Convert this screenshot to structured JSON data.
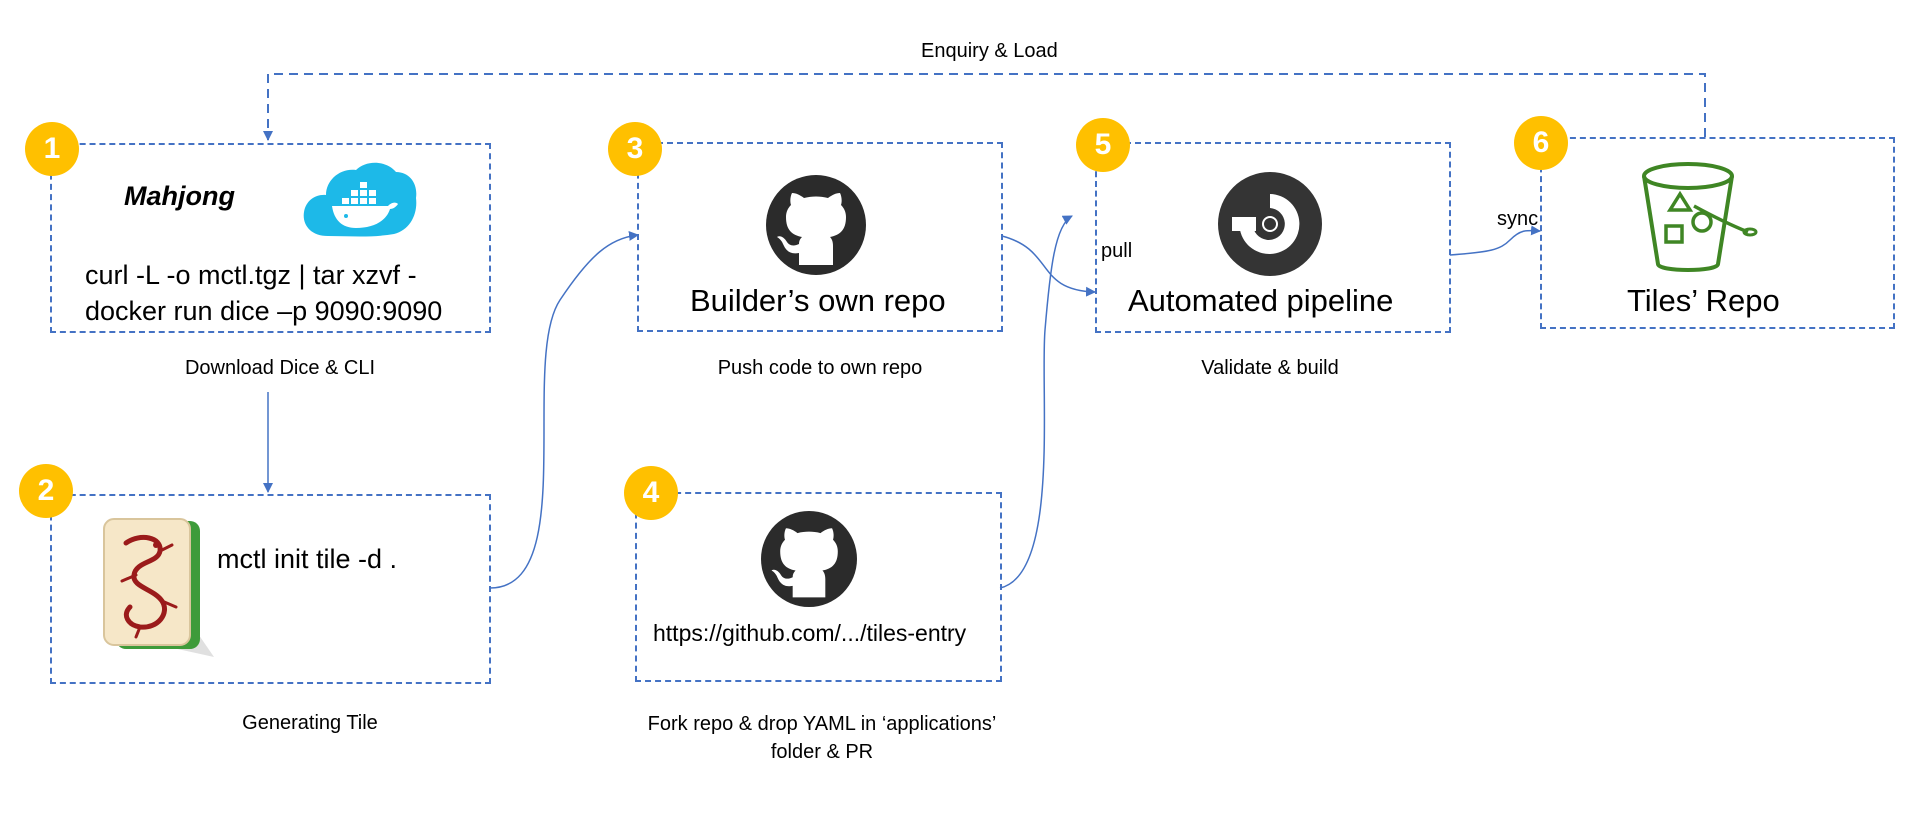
{
  "colors": {
    "box_border": "#4472C4",
    "arrow": "#4472C4",
    "badge_fill": "#FFC000",
    "badge_text": "#FFFFFF",
    "docker_cloud": "#1DB9E8",
    "circleci": "#343434",
    "github": "#2B2B2B",
    "bucket": "#3F8624",
    "tile_dragon": "#9B1B1B"
  },
  "top_edge": {
    "label": "Enquiry & Load"
  },
  "steps": [
    {
      "number": "1",
      "title": "Mahjong",
      "icon": "docker-cloud-icon",
      "commands": [
        "curl -L -o mctl.tgz | tar xzvf -",
        "docker run dice –p 9090:9090"
      ],
      "caption": "Download Dice & CLI"
    },
    {
      "number": "2",
      "icon": "mahjong-tile-icon",
      "command": "mctl init tile -d .",
      "caption": "Generating Tile"
    },
    {
      "number": "3",
      "icon": "github-icon",
      "title": "Builder’s own repo",
      "caption": "Push code to own repo"
    },
    {
      "number": "4",
      "icon": "github-icon",
      "url": "https://github.com/.../tiles-entry",
      "caption": "Fork repo & drop YAML in ‘applications’ folder & PR"
    },
    {
      "number": "5",
      "icon": "circleci-icon",
      "title": "Automated pipeline",
      "caption": "Validate & build"
    },
    {
      "number": "6",
      "icon": "s3-bucket-icon",
      "title": "Tiles’ Repo"
    }
  ],
  "edges": {
    "pull_label": "pull",
    "sync_label": "sync"
  }
}
